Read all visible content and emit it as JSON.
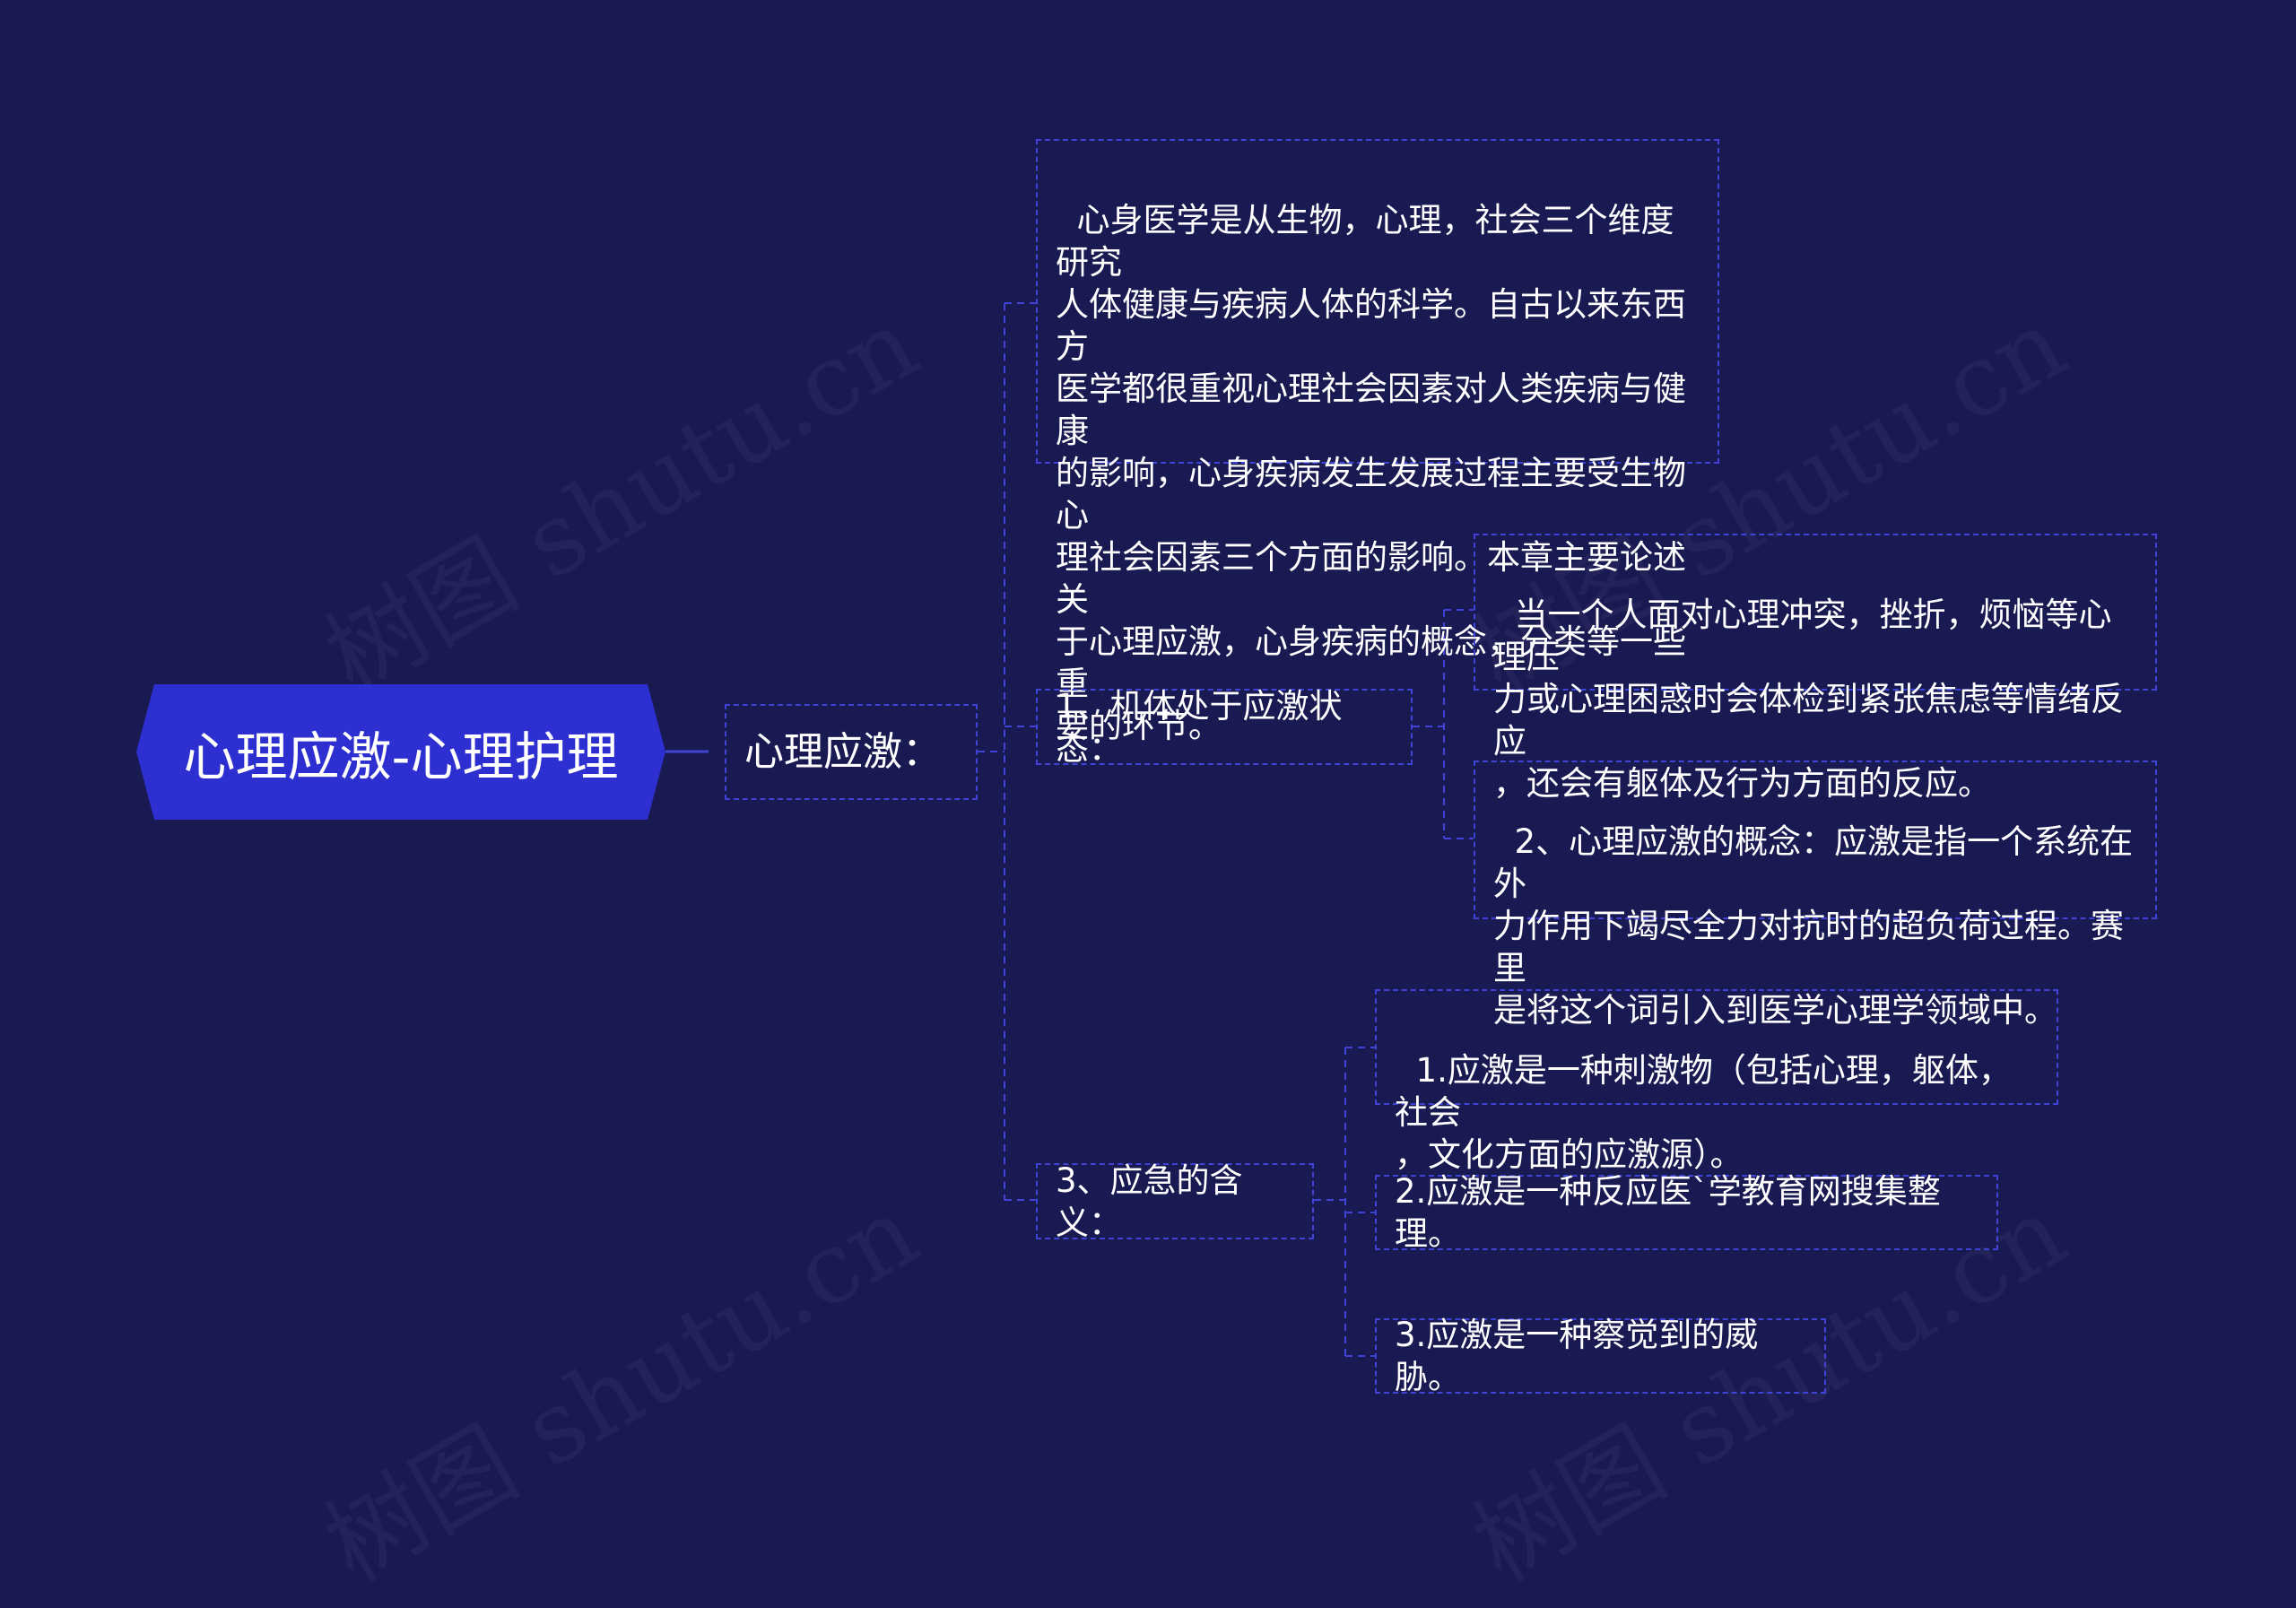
{
  "watermark": "树图 shutu.cn",
  "colors": {
    "background": "#1a1a52",
    "root_fill": "#2d2fd0",
    "connector": "#3f44d6",
    "text": "#ffffff"
  },
  "root": {
    "label": "心理应激-心理护理"
  },
  "level1": {
    "label": "心理应激："
  },
  "intro": {
    "text": "心身医学是从生物，心理，社会三个维度研究\n人体健康与疾病人体的科学。自古以来东西方\n医学都很重视心理社会因素对人类疾病与健康\n的影响，心身疾病发生发展过程主要受生物心\n理社会因素三个方面的影响。本章主要论述关\n于心理应激，心身疾病的概念，分类等一些重\n要的环节。"
  },
  "branch1": {
    "label": "1、机体处于应激状态：",
    "children": [
      "当一个人面对心理冲突，挫折，烦恼等心理压\n力或心理困惑时会体检到紧张焦虑等情绪反应\n，还会有躯体及行为方面的反应。",
      "2、心理应激的概念：应激是指一个系统在外\n力作用下竭尽全力对抗时的超负荷过程。赛里\n是将这个词引入到医学心理学领域中。"
    ]
  },
  "branch3": {
    "label": "3、应急的含义：",
    "children": [
      "1.应激是一种刺激物（包括心理，躯体，社会\n，文化方面的应激源）。",
      "2.应激是一种反应医`学教育网搜集整理。",
      "3.应激是一种察觉到的威胁。"
    ]
  }
}
